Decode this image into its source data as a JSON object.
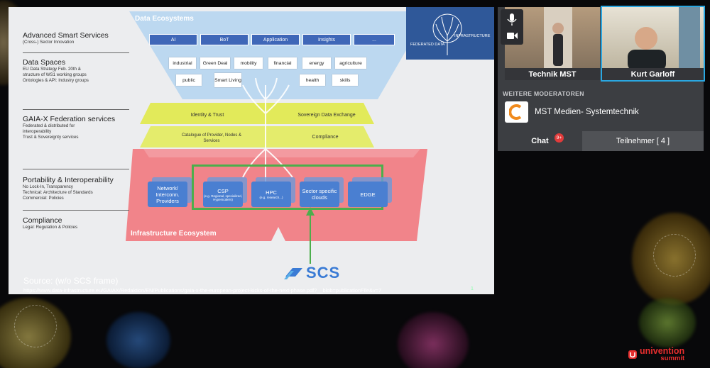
{
  "slide": {
    "header_data": "Data Ecosystems",
    "header_infra": "Infrastructure Ecosystem",
    "left": [
      {
        "title": "Advanced Smart Services",
        "lines": [
          "(Cross-) Sector Innovation"
        ]
      },
      {
        "title": "Data Spaces",
        "lines": [
          "EU Data Strategy Feb. 20th &",
          "structure of WS1 working groups",
          "Ontologies & API: Industry groups"
        ]
      },
      {
        "title": "GAIA-X Federation services",
        "lines": [
          "Federated & distributed for",
          "interoperability",
          "Trust & Sovereignty services"
        ]
      },
      {
        "title": "Portability & Interoperability",
        "lines": [
          "No Lock-In, Transparency",
          "Technical: Architecture of Standards",
          "Commercial: Policies"
        ]
      },
      {
        "title": "Compliance",
        "lines": [
          "Legal: Regulation & Policies"
        ]
      }
    ],
    "top_chips": [
      "AI",
      "BoT",
      "Application",
      "Insights",
      "..."
    ],
    "sectors_row1": [
      "industrial",
      "Green Deal",
      "mobility",
      "financial",
      "energy",
      "agriculture"
    ],
    "sectors_row2": [
      "public",
      "Smart Living",
      "health",
      "skills"
    ],
    "bands": {
      "identity": "Identity & Trust",
      "sovereign": "Sovereign Data Exchange",
      "catalogue": "Catalogue of Provider, Nodes & Services",
      "compliance": "Compliance"
    },
    "infra": [
      {
        "title": "Network/ Interconn. Providers",
        "sub": ""
      },
      {
        "title": "CSP",
        "sub": "(e.g. Regional, specialized, Hyperscalers)"
      },
      {
        "title": "HPC",
        "sub": "(e.g. research...)"
      },
      {
        "title": "Sector specific clouds",
        "sub": ""
      },
      {
        "title": "EDGE",
        "sub": ""
      }
    ],
    "logo_text_a": "FEDERATED DATA",
    "logo_text_b": "INFRASTRUCTURE"
  },
  "source_title": "Source: (w/o SCS frame)",
  "source_url": "https://www.data-infrastructure.eu/GAIAX/Redaktion/EN/Publications/gaia-x-the-european-project-kicks-of-the-next-phase.pdf?__blob=publicationFile&v=7",
  "page_number": "1",
  "scs_label": "SCS",
  "panel": {
    "video1_name": "Technik MST",
    "video2_name": "Kurt Garloff",
    "moderators_header": "WEITERE MODERATOREN",
    "moderator_name": "MST Medien- Systemtechnik",
    "tab_chat": "Chat",
    "chat_badge": "9+",
    "tab_participants": "Teilnehmer [ 4 ]"
  },
  "brand_top": "univention",
  "brand_bottom": "summit",
  "colors": {
    "accent": "#e62e2e",
    "scs_green": "#4cae4c",
    "chip_blue": "#3f67b8"
  }
}
